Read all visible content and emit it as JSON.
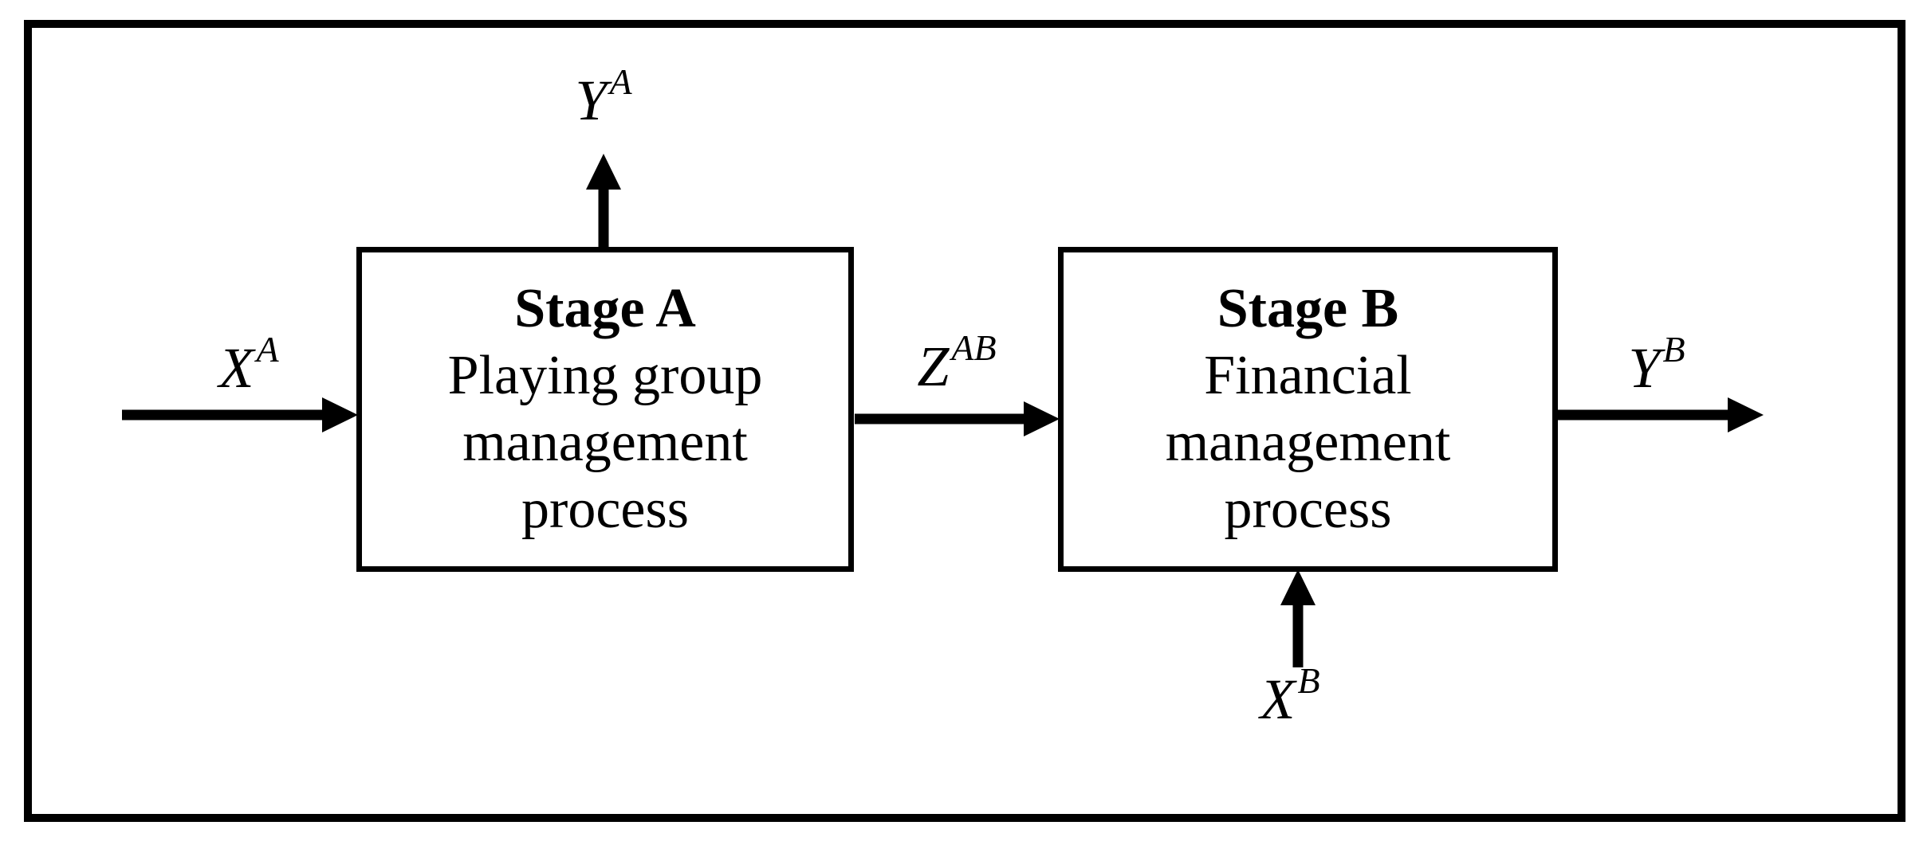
{
  "diagram": {
    "stages": {
      "a": {
        "title": "Stage A",
        "lines": [
          "Playing group",
          "management",
          "process"
        ]
      },
      "b": {
        "title": "Stage B",
        "lines": [
          "Financial",
          "management",
          "process"
        ]
      }
    },
    "labels": {
      "xa": {
        "base": "X",
        "sup": "A"
      },
      "ya": {
        "base": "Y",
        "sup": "A"
      },
      "zab": {
        "base": "Z",
        "sup": "AB"
      },
      "xb": {
        "base": "X",
        "sup": "B"
      },
      "yb": {
        "base": "Y",
        "sup": "B"
      }
    },
    "colors": {
      "ink": "#000000",
      "background": "#ffffff"
    }
  }
}
